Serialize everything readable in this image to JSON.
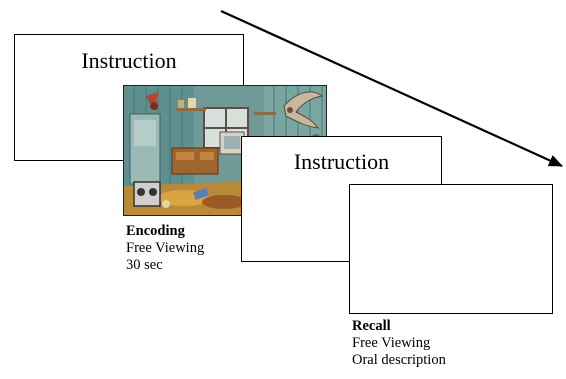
{
  "arrow": {
    "color": "#000000"
  },
  "frames": {
    "instruction_1": {
      "label": "Instruction"
    },
    "instruction_2": {
      "label": "Instruction"
    }
  },
  "encoding": {
    "heading": "Encoding",
    "line1": "Free Viewing",
    "line2": "30 sec"
  },
  "recall": {
    "heading": "Recall",
    "line1": "Free Viewing",
    "line2": "Oral description"
  }
}
